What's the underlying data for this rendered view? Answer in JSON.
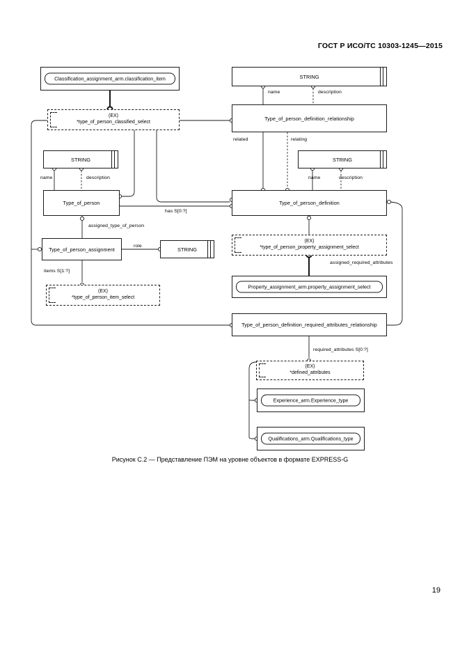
{
  "header": {
    "standard": "ГОСТ Р ИСО/ТС 10303-1245—2015"
  },
  "page_number": "19",
  "caption": "Рисунок С.2 —  Представление ПЭМ на уровне объектов в формате EXPRESS-G",
  "diagram": {
    "type": "EXPRESS-G",
    "entities": [
      {
        "id": "classification_assignment_arm",
        "label": "Classification_assignment_arm.classification_item",
        "kind": "external-ref"
      },
      {
        "id": "string_top",
        "label": "STRING",
        "kind": "defined-type"
      },
      {
        "id": "type_of_person_definition_relationship",
        "label": "Type_of_person_definition_relationship",
        "kind": "entity"
      },
      {
        "id": "ex_classified_select_line1",
        "label": "(EX)",
        "kind": "select"
      },
      {
        "id": "ex_classified_select_line2",
        "label": "*type_of_person_classified_select",
        "kind": "select"
      },
      {
        "id": "string_left",
        "label": "STRING",
        "kind": "defined-type"
      },
      {
        "id": "string_right",
        "label": "STRING",
        "kind": "defined-type"
      },
      {
        "id": "type_of_person",
        "label": "Type_of_person",
        "kind": "entity"
      },
      {
        "id": "type_of_person_definition",
        "label": "Type_of_person_definition",
        "kind": "entity"
      },
      {
        "id": "type_of_person_assignment",
        "label": "Type_of_person_assignment",
        "kind": "entity"
      },
      {
        "id": "string_role",
        "label": "STRING",
        "kind": "defined-type"
      },
      {
        "id": "ex_property_assignment_line1",
        "label": "(EX)",
        "kind": "select"
      },
      {
        "id": "ex_property_assignment_line2",
        "label": "*type_of_person_property_assignment_select",
        "kind": "select"
      },
      {
        "id": "ex_item_select_line1",
        "label": "(EX)",
        "kind": "select"
      },
      {
        "id": "ex_item_select_line2",
        "label": "*type_of_person_item_select",
        "kind": "select"
      },
      {
        "id": "property_assignment_arm",
        "label": "Property_assignment_arm.property_assignment_select",
        "kind": "external-ref"
      },
      {
        "id": "required_attributes_relationship",
        "label": "Type_of_person_definition_required_attributes_relationship",
        "kind": "entity"
      },
      {
        "id": "ex_defined_attributes_line1",
        "label": "(EX)",
        "kind": "select"
      },
      {
        "id": "ex_defined_attributes_line2",
        "label": "*defined_attributes",
        "kind": "select"
      },
      {
        "id": "experience_arm",
        "label": "Experience_arm.Experience_type",
        "kind": "external-ref"
      },
      {
        "id": "qualifications_arm",
        "label": "Qualifications_arm.Qualifications_type",
        "kind": "external-ref"
      }
    ],
    "edge_labels": [
      {
        "id": "name_top",
        "text": "name"
      },
      {
        "id": "description_top",
        "text": "description"
      },
      {
        "id": "related",
        "text": "related"
      },
      {
        "id": "relating",
        "text": "relating"
      },
      {
        "id": "name_left",
        "text": "name"
      },
      {
        "id": "description_left",
        "text": "description"
      },
      {
        "id": "name_right",
        "text": "name"
      },
      {
        "id": "description_right",
        "text": "description"
      },
      {
        "id": "has",
        "text": "has S[0:?]"
      },
      {
        "id": "assigned_type_of_person",
        "text": "assigned_type_of_person"
      },
      {
        "id": "role",
        "text": "role"
      },
      {
        "id": "items",
        "text": "items S[1:?]"
      },
      {
        "id": "assigned_required_attributes",
        "text": "assigned_required_attributes"
      },
      {
        "id": "required_attributes",
        "text": "required_attributes S[0:?]"
      }
    ]
  }
}
